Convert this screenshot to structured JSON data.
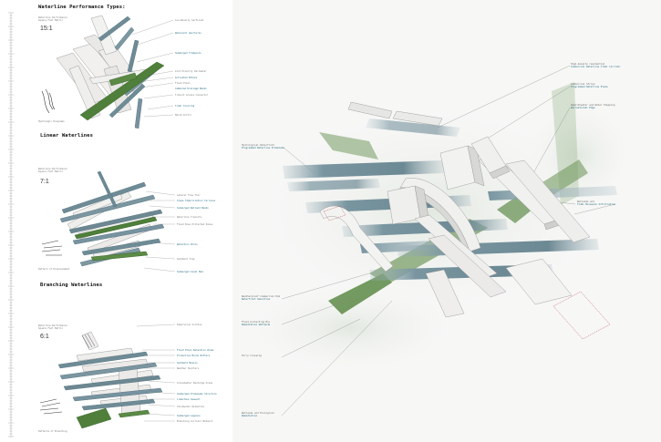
{
  "sections": {
    "waterline_title": "Waterline Performance Types:",
    "linear_title": "Linear Waterlines",
    "branching_title": "Branching Waterlines"
  },
  "ratios": {
    "r1": "15:1",
    "r2": "7:1",
    "r3": "6:1"
  },
  "colors": {
    "green": "#4f7f3a",
    "blue": "#6f8c96",
    "concrete": "#e9e9e7",
    "line": "#9a9a9a"
  }
}
